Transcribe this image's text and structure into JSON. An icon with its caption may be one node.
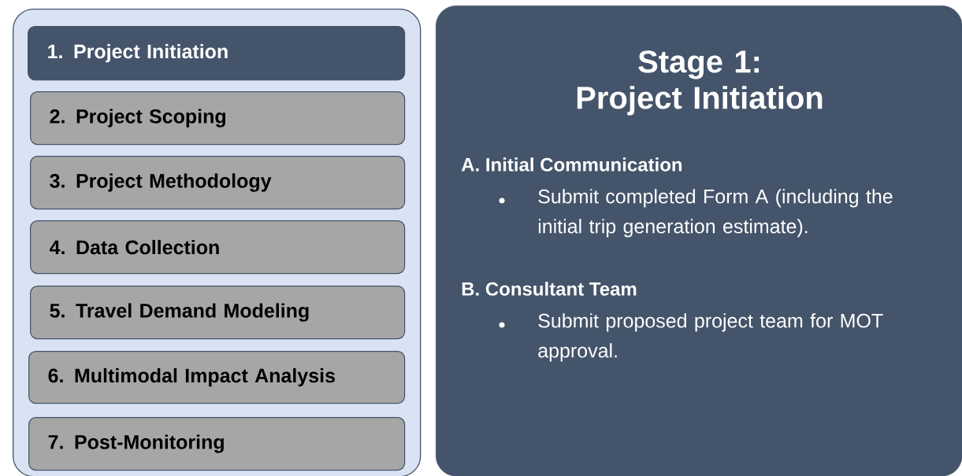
{
  "diagram": {
    "nodes": [
      {
        "text": [],
        "shape": "box"
      },
      {
        "text": [
          "1. Project Initiation"
        ],
        "in": 0
      },
      {
        "text": [
          "2. Project Scoping"
        ],
        "in": 0
      },
      {
        "text": [
          "3. Project Methodology"
        ],
        "in": 0
      },
      {
        "text": [
          "4. Data Collection"
        ],
        "in": 0
      },
      {
        "text": [
          "5. Travel Demand Modeling"
        ],
        "in": 0
      },
      {
        "text": [
          "6. Multimodal Impact Analysis"
        ],
        "in": 0
      },
      {
        "text": [
          "7. Post-Monitoring"
        ],
        "in": 0
      },
      {
        "text": [
          "Stage 1: Project Initiation",
          "A. Initial Communication",
          "Submit completed Form A (including the initial trip generation estimate).",
          "B. Consultant Team",
          "Submit proposed project team for MOT approval."
        ]
      }
    ]
  }
}
